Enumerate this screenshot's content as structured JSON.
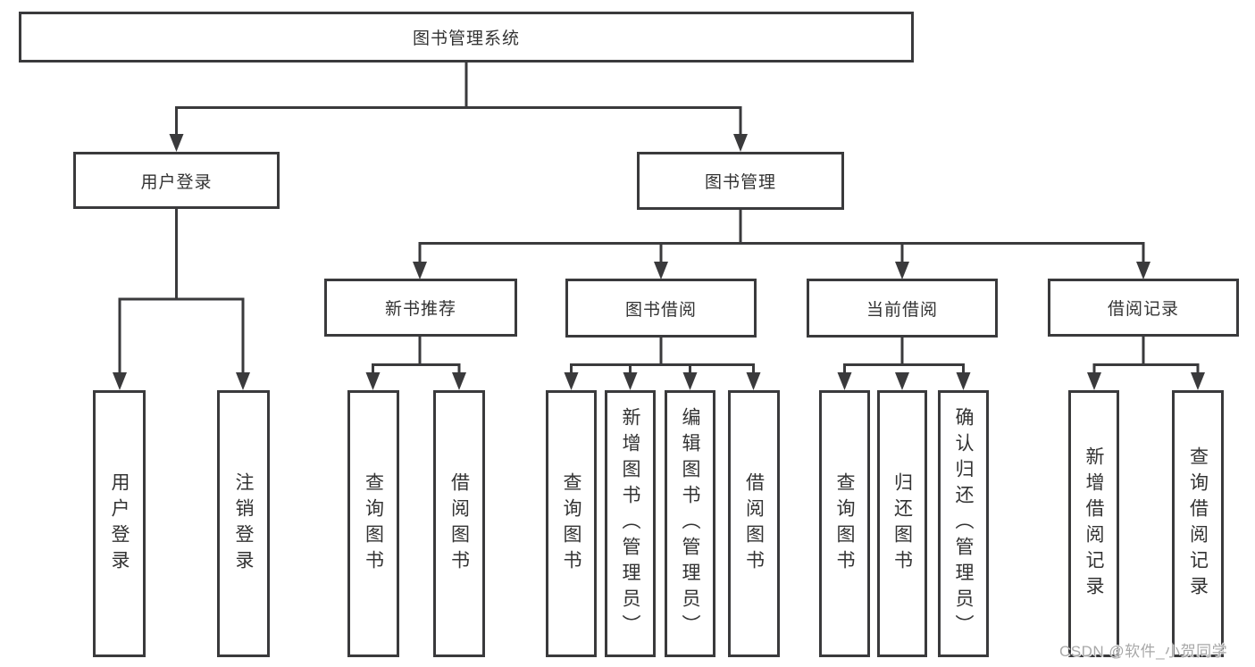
{
  "tree": {
    "label": "图书管理系统",
    "children": [
      {
        "label": "用户登录",
        "children": [
          {
            "label": "用户登录"
          },
          {
            "label": "注销登录"
          }
        ]
      },
      {
        "label": "图书管理",
        "children": [
          {
            "label": "新书推荐",
            "children": [
              {
                "label": "查询图书"
              },
              {
                "label": "借阅图书"
              }
            ]
          },
          {
            "label": "图书借阅",
            "children": [
              {
                "label": "查询图书"
              },
              {
                "label": "新增图书（管理员）"
              },
              {
                "label": "编辑图书（管理员）"
              },
              {
                "label": "借阅图书"
              }
            ]
          },
          {
            "label": "当前借阅",
            "children": [
              {
                "label": "查询图书"
              },
              {
                "label": "归还图书"
              },
              {
                "label": "确认归还（管理员）"
              }
            ]
          },
          {
            "label": "借阅记录",
            "children": [
              {
                "label": "新增借阅记录"
              },
              {
                "label": "查询借阅记录"
              }
            ]
          }
        ]
      }
    ]
  },
  "watermark": {
    "text": "CSDN @软件_小贺同学"
  },
  "colors": {
    "line": "#3a3a3c",
    "text": "#333333",
    "background": "#ffffff",
    "watermark": "#a8a8a8"
  }
}
